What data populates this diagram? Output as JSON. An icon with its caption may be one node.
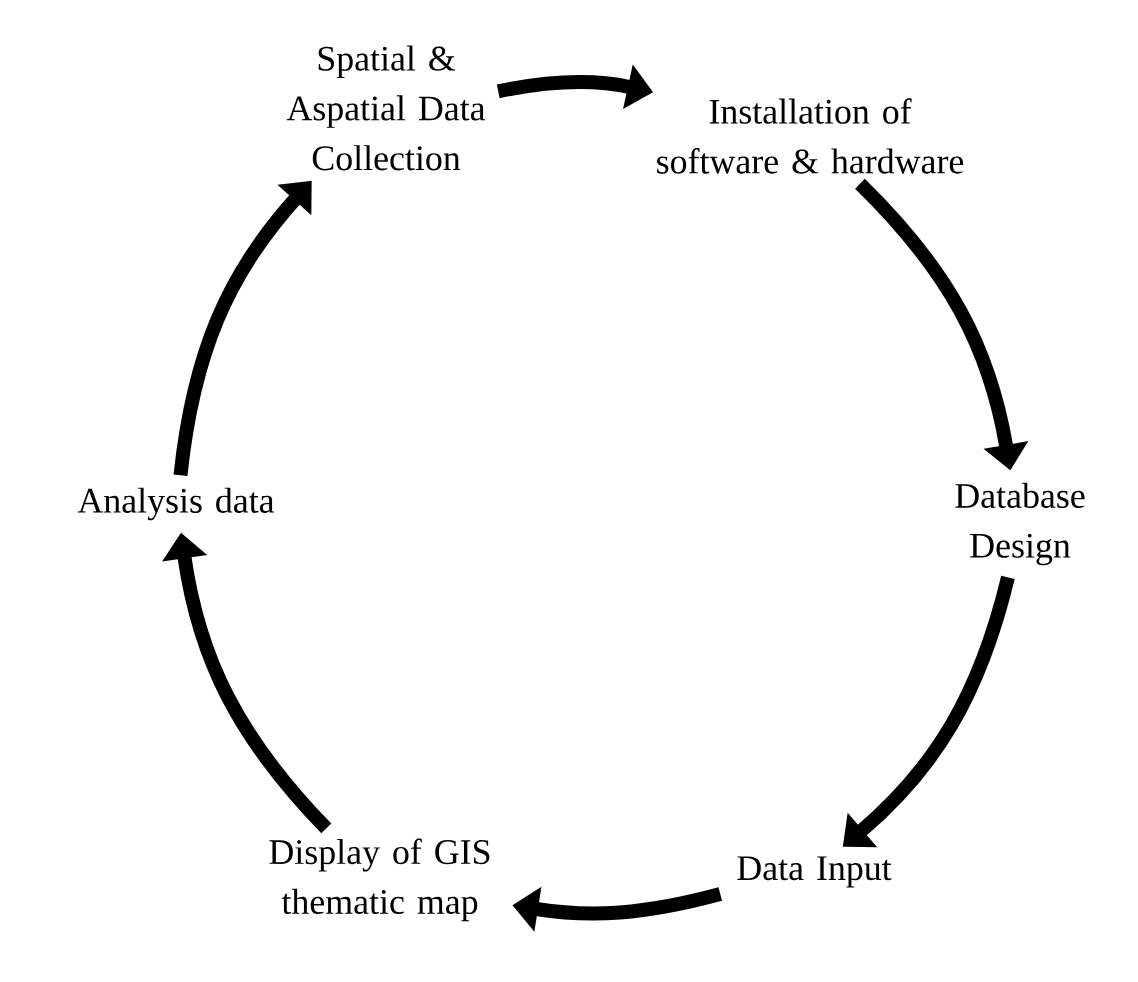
{
  "diagram": {
    "nodes": [
      {
        "text": [
          "Spatial & Aspatial Data Collection"
        ]
      },
      {
        "text": [
          "Installation of software & hardware"
        ]
      },
      {
        "text": [
          "Database Design"
        ]
      },
      {
        "text": [
          "Data Input"
        ]
      },
      {
        "text": [
          "Display of GIS thematic map"
        ]
      },
      {
        "text": [
          "Analysis data"
        ]
      }
    ],
    "edges": [
      {
        "from": 0,
        "to": 1,
        "arrow": "to"
      },
      {
        "from": 1,
        "to": 2,
        "arrow": "to"
      },
      {
        "from": 2,
        "to": 3,
        "arrow": "to"
      },
      {
        "from": 3,
        "to": 4,
        "arrow": "to"
      },
      {
        "from": 4,
        "to": 5,
        "arrow": "to"
      },
      {
        "from": 5,
        "to": 0,
        "arrow": "to"
      }
    ]
  }
}
